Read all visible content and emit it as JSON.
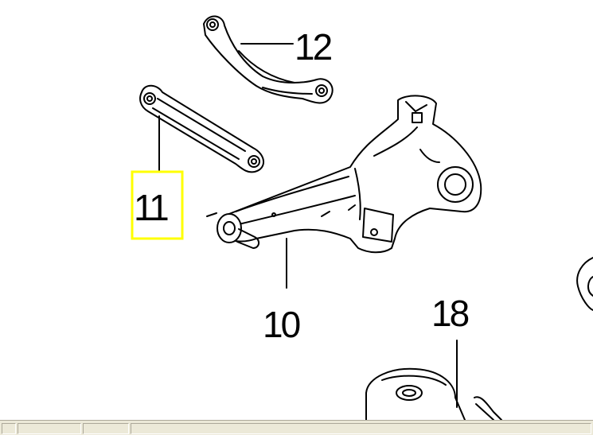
{
  "diagram": {
    "callouts": [
      {
        "id": "callout-10",
        "label": "10"
      },
      {
        "id": "callout-11",
        "label": "11",
        "selected": true
      },
      {
        "id": "callout-12",
        "label": "12"
      },
      {
        "id": "callout-18",
        "label": "18"
      }
    ],
    "highlight_color": "#ffff00",
    "line_color": "#000000"
  }
}
